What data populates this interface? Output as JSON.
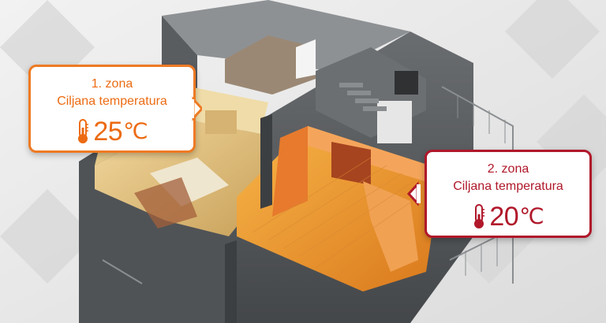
{
  "colors": {
    "zone1_accent": "#ec6b12",
    "zone2_accent": "#b0182a",
    "building": "#5c5f62"
  },
  "zones": [
    {
      "title": "1. zona",
      "subtitle": "Ciljana temperatura",
      "temperature": "25",
      "unit": "℃",
      "icon": "thermometer-icon"
    },
    {
      "title": "2. zona",
      "subtitle": "Ciljana temperatura",
      "temperature": "20",
      "unit": "℃",
      "icon": "thermometer-icon"
    }
  ]
}
